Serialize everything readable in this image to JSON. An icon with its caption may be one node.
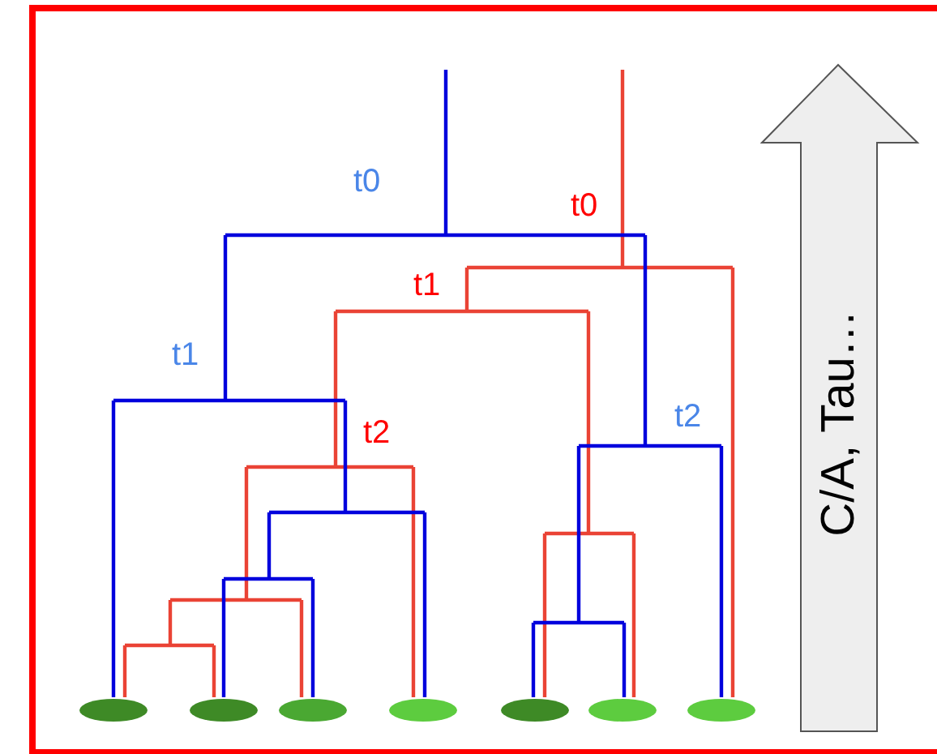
{
  "diagram": {
    "nodes": [
      {
        "text": [],
        "shape": "ellipse"
      },
      {
        "text": [],
        "shape": "ellipse"
      },
      {
        "text": [],
        "shape": "ellipse"
      },
      {
        "text": [],
        "shape": "ellipse"
      },
      {
        "text": [],
        "shape": "ellipse"
      },
      {
        "text": [],
        "shape": "ellipse"
      },
      {
        "text": [],
        "shape": "ellipse"
      },
      {
        "text": [
          "C/A, Tau…"
        ]
      }
    ],
    "labels": [
      "t0",
      "t0",
      "t1",
      "t1",
      "t2",
      "t2"
    ]
  }
}
